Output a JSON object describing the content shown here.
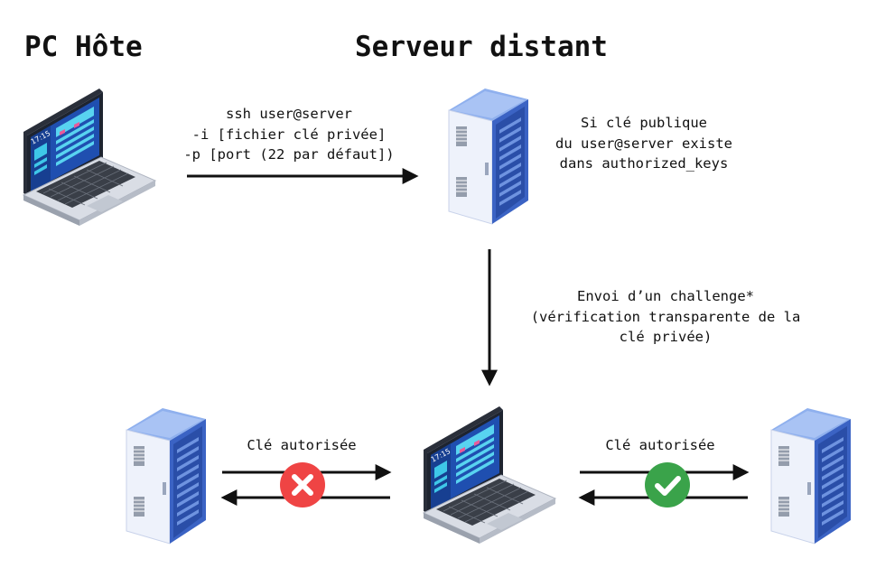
{
  "titles": {
    "host": "PC Hôte",
    "remote": "Serveur distant"
  },
  "ssh_command": {
    "line1": "ssh user@server",
    "line2": "-i [fichier clé privée]",
    "line3": "-p [port (22 par défaut])"
  },
  "key_check": {
    "line1": "Si clé publique",
    "line2": "du user@server existe",
    "line3": "dans authorized_keys"
  },
  "challenge": {
    "line1": "Envoi d’un challenge*",
    "line2": "(vérification transparente de la",
    "line3": "clé privée)"
  },
  "left_exchange": {
    "label": "Clé autorisée",
    "status_icon": "x-circle-icon",
    "status_color": "#ef4444"
  },
  "right_exchange": {
    "label": "Clé autorisée",
    "status_icon": "check-circle-icon",
    "status_color": "#3aa34a"
  },
  "colors": {
    "arrow": "#111111",
    "server_front": "#eef2fb",
    "server_side": "#3b63c4",
    "server_top": "#8fb0ee",
    "laptop_screen": "#1f4fb0",
    "laptop_body": "#d9dde5"
  }
}
